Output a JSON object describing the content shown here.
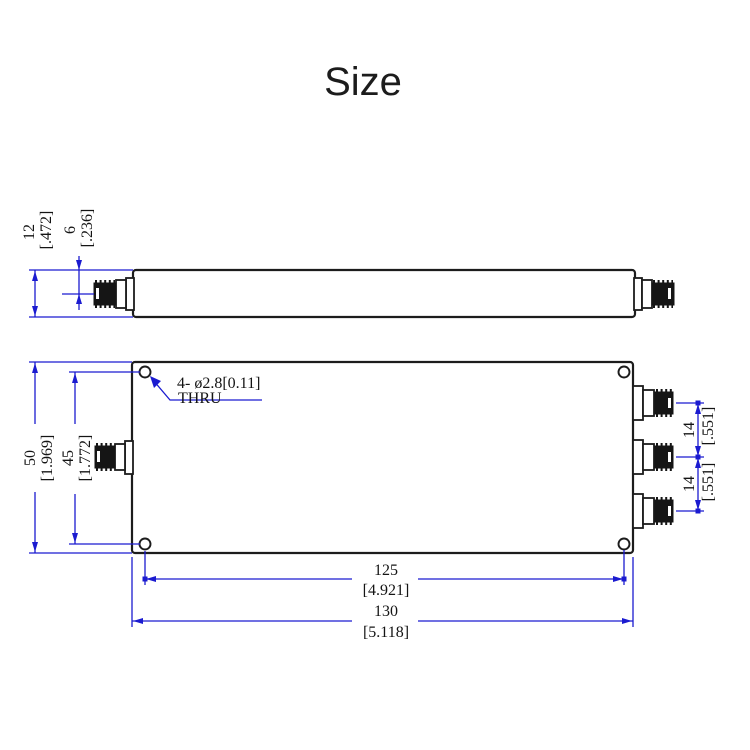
{
  "title": "Size",
  "colors": {
    "dimension_blue": "#1b1bd0",
    "drawing_black": "#1c1c1c",
    "background": "#ffffff"
  },
  "side_view": {
    "height_dim": {
      "mm": "12",
      "inch": "[.472]"
    },
    "connector_offset_dim": {
      "mm": "6",
      "inch": "[.236]"
    }
  },
  "top_view": {
    "hole_callout": {
      "quantity_diameter": "4- ø2.8[0.11]",
      "note": "THRU"
    },
    "body_height_dim": {
      "mm": "50",
      "inch": "[1.969]"
    },
    "hole_spacing_vertical_dim": {
      "mm": "45",
      "inch": "[1.772]"
    },
    "port_spacing_upper_dim": {
      "mm": "14",
      "inch": "[.551]"
    },
    "port_spacing_lower_dim": {
      "mm": "14",
      "inch": "[.551]"
    },
    "hole_spacing_horizontal_dim": {
      "mm": "125",
      "inch": "[4.921]"
    },
    "body_width_dim": {
      "mm": "130",
      "inch": "[5.118]"
    }
  }
}
